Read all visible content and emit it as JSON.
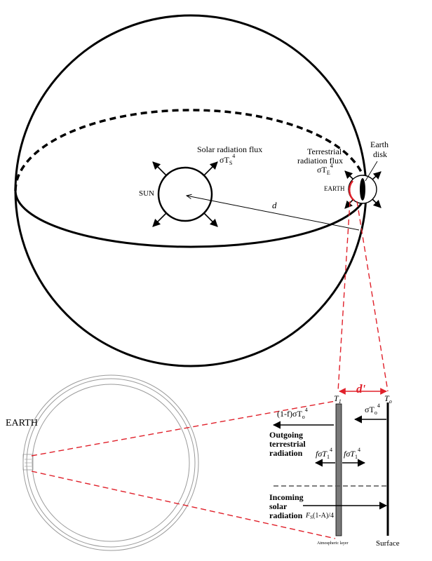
{
  "labels": {
    "solar_flux_title": "Solar radiation flux",
    "solar_flux_formula": "σT",
    "solar_flux_sub": "S",
    "solar_flux_sup": "4",
    "terr_flux_line1": "Terrestrial",
    "terr_flux_line2": "radiation flux",
    "terr_flux_formula": "σT",
    "terr_flux_sub": "E",
    "terr_flux_sup": "4",
    "earth_disk_line1": "Earth",
    "earth_disk_line2": "disk",
    "sun": "SUN",
    "earth_small": "EARTH",
    "distance": "d",
    "earth_large": "EARTH",
    "d_prime": "d'",
    "t1": "T",
    "t1_sub": "1",
    "t0": "T",
    "t0_sub": "o",
    "outgoing_upper_formula": "(1-f)σT",
    "outgoing_upper_sub": "o",
    "outgoing_upper_sup": "4",
    "surface_emission_formula": "σT",
    "surface_emission_sub": "o",
    "surface_emission_sup": "4",
    "outgoing_line1": "Outgoing",
    "outgoing_line2": "terrestrial",
    "outgoing_line3": "radiation",
    "layer_emission_left": "fσT",
    "layer_emission_left_sub": "1",
    "layer_emission_left_sup": "4",
    "layer_emission_right": "fσT",
    "layer_emission_right_sub": "1",
    "layer_emission_right_sup": "4",
    "incoming_line1": "Incoming",
    "incoming_line2": "solar",
    "incoming_line3": "radiation",
    "incoming_formula": "F",
    "incoming_formula_sub": "S",
    "incoming_formula_rest": "(1-A)/4",
    "atmospheric_layer": "Atmospheric layer",
    "surface": "Surface"
  },
  "colors": {
    "ink": "#000000",
    "accent_red": "#e0202a",
    "layer_gray": "#7a7a7a",
    "dashed_gray": "#555555",
    "ring_gray": "#9a9a9a"
  }
}
